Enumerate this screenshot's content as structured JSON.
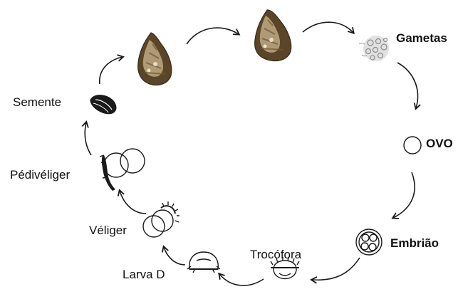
{
  "stages": {
    "gametas": "Gametas",
    "ovo": "OVO",
    "embriao": "Embrião",
    "trocofora": "Trocófora",
    "larva_d": "Larva D",
    "veliger": "Véliger",
    "pediveliger": "Pédivéliger",
    "semente": "Semente"
  },
  "colors": {
    "line": "#1a1a1a",
    "oyster_dark": "#4a3a22",
    "oyster_light": "#cbb894",
    "gamete_dots": "#9a9a9a"
  }
}
